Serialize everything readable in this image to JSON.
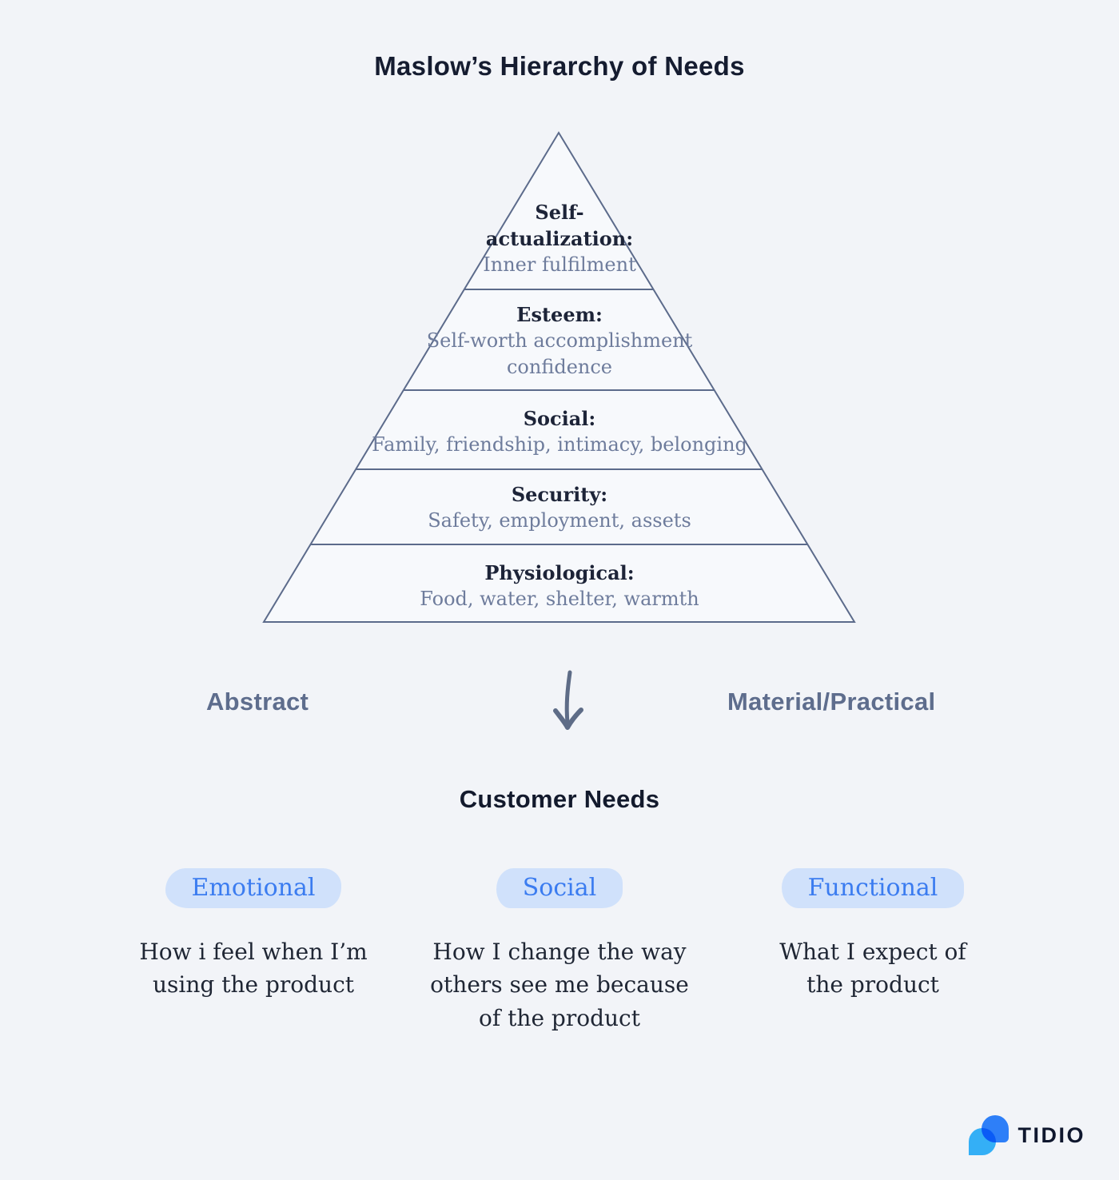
{
  "title": "Maslow’s Hierarchy of Needs",
  "pyramid": {
    "levels": [
      {
        "label": "Self-actualization:",
        "sublabel": "Inner fulfilment"
      },
      {
        "label": "Esteem:",
        "sublabel": "Self-worth accomplishment confidence"
      },
      {
        "label": "Social:",
        "sublabel": "Family, friendship, intimacy, belonging"
      },
      {
        "label": "Security:",
        "sublabel": "Safety, employment, assets"
      },
      {
        "label": "Physiological:",
        "sublabel": "Food, water, shelter, warmth"
      }
    ]
  },
  "axis": {
    "left_label": "Abstract",
    "right_label": "Material/Practical"
  },
  "customer_needs": {
    "heading": "Customer Needs",
    "categories": [
      {
        "tag": "Emotional",
        "description": "How i feel when I’m using the product"
      },
      {
        "tag": "Social",
        "description": "How I change the way others see me because of the product"
      },
      {
        "tag": "Functional",
        "description": "What I expect of the product"
      }
    ]
  },
  "logo": {
    "brand": "TIDIO"
  },
  "icons": {
    "down_arrow": "down-arrow-icon",
    "logo_mark": "tidio-chat-bubbles"
  },
  "colors": {
    "background": "#f2f4f8",
    "pyramid_fill": "#f7f9fc",
    "outline": "#5c6b8b",
    "label_dark": "#1d2438",
    "sublabel_gray_blue": "#6e7c9c",
    "axis_gray_blue": "#5e6d8d",
    "pill_text_blue": "#3b7cf0",
    "pill_bg_blue": "#d0e1fb",
    "logo_dark_blue": "#2e7ff8",
    "logo_light_blue": "#36b7fd",
    "heading_navy": "#131a2d"
  }
}
